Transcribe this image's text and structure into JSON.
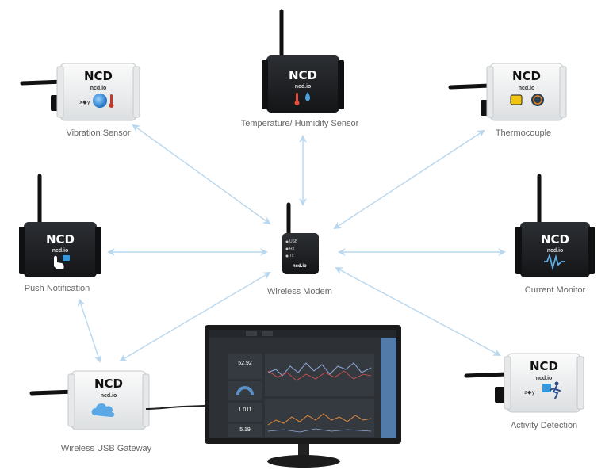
{
  "colors": {
    "arrow": "#b9d7ee",
    "device_white": "#f1f2f2",
    "device_black": "#1d1f22",
    "label": "#666666",
    "screen_bg": "#2d3136",
    "screen_line_blue": "#8fa7d6",
    "screen_line_orange": "#e58a3a",
    "screen_line_red": "#d9534f"
  },
  "brand": {
    "logo": "NCD",
    "domain": "ncd.io"
  },
  "hub": {
    "label": "Wireless Modem",
    "port_labels": [
      "USB",
      "Rx",
      "Tx"
    ],
    "domain": "ncd.io"
  },
  "nodes": [
    {
      "id": "vibration",
      "label": "Vibration Sensor",
      "style": "white",
      "icon": "vibration-temperature-icon"
    },
    {
      "id": "temp-humidity",
      "label": "Temperature/ Humidity Sensor",
      "style": "black",
      "icon": "thermometer-humidity-icon"
    },
    {
      "id": "thermocouple",
      "label": "Thermocouple",
      "style": "white",
      "icon": "thermocouple-icon"
    },
    {
      "id": "push",
      "label": "Push Notification",
      "style": "black",
      "icon": "touch-hand-icon"
    },
    {
      "id": "current",
      "label": "Current Monitor",
      "style": "black",
      "icon": "current-wave-icon"
    },
    {
      "id": "gateway",
      "label": "Wireless USB Gateway",
      "style": "white",
      "icon": "cloud-icon"
    },
    {
      "id": "activity",
      "label": "Activity Detection",
      "style": "white",
      "icon": "running-person-icon"
    }
  ],
  "dashboard": {
    "tiles": [
      {
        "value": "52.92"
      },
      {
        "value": "1.011"
      },
      {
        "value": "5.19"
      }
    ]
  }
}
